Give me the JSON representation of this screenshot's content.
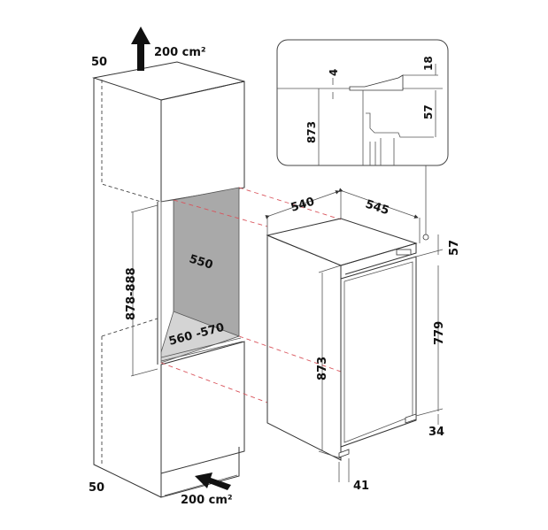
{
  "diagram": {
    "type": "built-in refrigerator installation dimensions",
    "units": "mm",
    "colors": {
      "line": "#333333",
      "niche_back": "#a9a9a9",
      "niche_floor": "#d4d4d4",
      "guide_dashes": "#d9535b",
      "text": "#111111"
    }
  },
  "cabinet": {
    "top_vent_gap": "50",
    "top_vent_area": "200 cm²",
    "bottom_vent_gap": "50",
    "bottom_vent_area": "200 cm²",
    "niche_height": "878-888",
    "niche_width": "560 -570",
    "niche_depth": "550"
  },
  "appliance": {
    "depth": "540",
    "width": "545",
    "top_offset": "57",
    "height": "873",
    "door_height": "779",
    "bottom_offset": "34",
    "door_thickness": "41"
  },
  "detail_inset": {
    "gap_top": "4",
    "bracket_height": "18",
    "height": "873",
    "hinge_offset": "57"
  }
}
